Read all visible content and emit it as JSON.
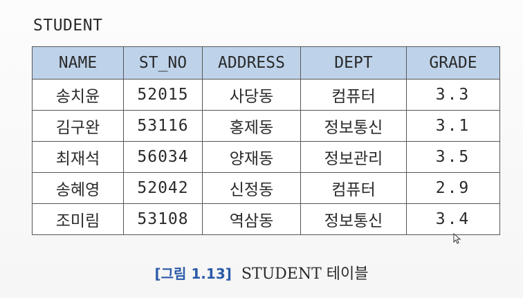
{
  "table_title": "STUDENT",
  "columns": [
    "NAME",
    "ST_NO",
    "ADDRESS",
    "DEPT",
    "GRADE"
  ],
  "rows": [
    [
      "송치윤",
      "52015",
      "사당동",
      "컴퓨터",
      "3.3"
    ],
    [
      "김구완",
      "53116",
      "홍제동",
      "정보통신",
      "3.1"
    ],
    [
      "최재석",
      "56034",
      "양재동",
      "정보관리",
      "3.5"
    ],
    [
      "송혜영",
      "52042",
      "신정동",
      "컴퓨터",
      "2.9"
    ],
    [
      "조미림",
      "53108",
      "역삼동",
      "정보통신",
      "3.4"
    ]
  ],
  "caption": {
    "figure_number": "[그림 1.13]",
    "text": "STUDENT 테이블"
  },
  "colors": {
    "header_bg": "#bed3ea",
    "border": "#555555",
    "caption_accent": "#2b5aa8"
  }
}
